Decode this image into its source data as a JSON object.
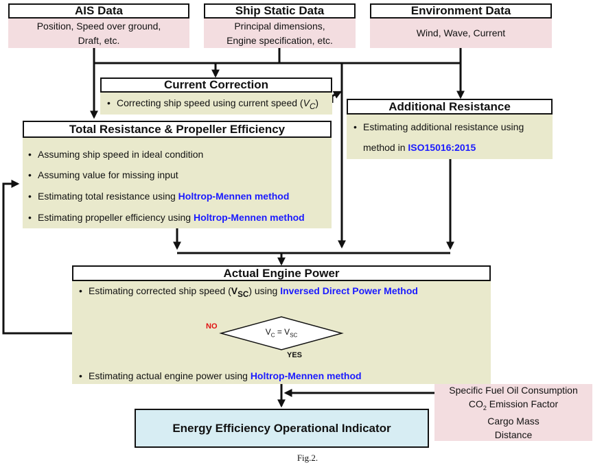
{
  "inputs": {
    "ais": {
      "title": "AIS Data",
      "line1": "Position, Speed over ground,",
      "line2": "Draft, etc."
    },
    "static": {
      "title": "Ship Static Data",
      "line1": "Principal dimensions,",
      "line2": "Engine specification, etc."
    },
    "env": {
      "title": "Environment Data",
      "line1": "Wind, Wave, Current"
    }
  },
  "current_correction": {
    "title": "Current Correction",
    "bullet_pre": "Correcting ship speed using current speed (",
    "bullet_var": "V",
    "bullet_sub": "C",
    "bullet_post": ")"
  },
  "additional_resistance": {
    "title": "Additional Resistance",
    "line1": "Estimating additional resistance using",
    "line2_pre": "method in ",
    "line2_hl": "ISO15016:2015"
  },
  "total_resistance": {
    "title": "Total Resistance & Propeller Efficiency",
    "b1": "Assuming ship speed in ideal condition",
    "b2": "Assuming value for missing input",
    "b3_pre": "Estimating total resistance using ",
    "b3_hl": "Holtrop-Mennen method",
    "b4_pre": "Estimating propeller efficiency using ",
    "b4_hl": "Holtrop-Mennen method"
  },
  "engine_power": {
    "title": "Actual Engine Power",
    "b1_pre": "Estimating corrected ship speed (",
    "b1_var": "V",
    "b1_sub": "SC",
    "b1_mid": ") using ",
    "b1_hl": "Inversed Direct Power Method",
    "b2_pre": "Estimating actual engine power using ",
    "b2_hl": "Holtrop-Mennen method"
  },
  "decision": {
    "lhs": "V",
    "lhs_sub": "C",
    "eq": " = ",
    "rhs": "V",
    "rhs_sub": "SC",
    "no_label": "NO",
    "yes_label": "YES"
  },
  "factors": {
    "l1": "Specific Fuel Oil Consumption",
    "l2_pre": "CO",
    "l2_sub": "2",
    "l2_post": " Emission Factor",
    "l3": "Cargo Mass",
    "l4": "Distance"
  },
  "output": {
    "title": "Energy Efficiency Operational Indicator"
  },
  "caption": "Fig.2.",
  "colors": {
    "pink": "#f3dde0",
    "olive": "#e9e9cc",
    "output_blue": "#d7edf3",
    "highlight": "#1a1aff",
    "no_red": "#e01010"
  }
}
